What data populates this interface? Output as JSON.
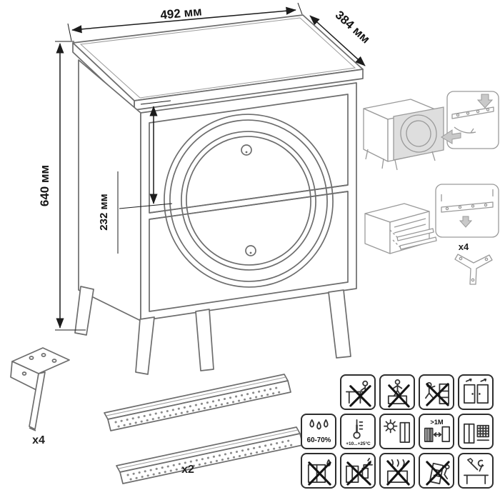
{
  "dimensions": {
    "width": "492 мм",
    "depth": "384 мм",
    "height": "640 мм",
    "drawer": "232 мм"
  },
  "quantities": {
    "legs": "x4",
    "brackets": "x4",
    "slides": "x2"
  },
  "care": {
    "humidity": "60-70%",
    "temperature": "+10...+25°C",
    "distance": ">1M",
    "icon_names": [
      "no-sitting",
      "no-standing",
      "no-climbing",
      "door-mounting",
      "humidity",
      "temperature",
      "no-direct-sunlight",
      "heat-source-distance",
      "ventilation",
      "no-moisture",
      "no-solvents",
      "no-hot-items",
      "no-tipping",
      "assembly-tools"
    ]
  },
  "colors": {
    "drawing_line": "#6d6d6d",
    "dimension_line": "#1c1c1c",
    "icon_stroke": "#333333"
  }
}
